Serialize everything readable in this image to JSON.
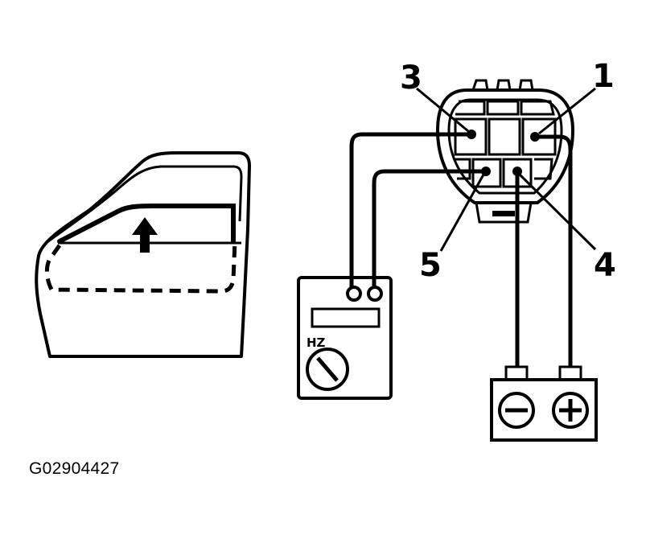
{
  "connector": {
    "pins": [
      "3",
      "1",
      "5",
      "4"
    ]
  },
  "meter": {
    "mode_label": "HZ"
  },
  "battery": {
    "negative_terminal": "−",
    "positive_terminal": "+"
  },
  "figure_id": "G02904427",
  "colors": {
    "ink": "#000000",
    "paper": "#ffffff"
  }
}
